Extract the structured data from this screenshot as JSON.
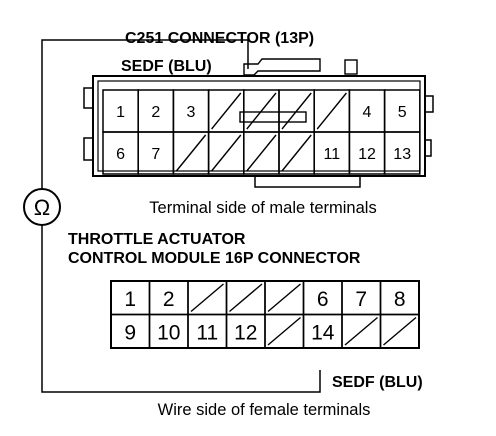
{
  "c251": {
    "title": "C251 CONNECTOR (13P)",
    "wire_label": "SEDF (BLU)",
    "caption": "Terminal side of male terminals",
    "row1": [
      "1",
      "2",
      "3",
      "",
      "",
      "",
      "",
      "4",
      "5"
    ],
    "row2": [
      "6",
      "7",
      "",
      "",
      "",
      "",
      "11",
      "12",
      "13"
    ]
  },
  "tacm": {
    "title_line1": "THROTTLE ACTUATOR",
    "title_line2": "CONTROL MODULE 16P CONNECTOR",
    "wire_label": "SEDF (BLU)",
    "caption": "Wire side of female terminals",
    "row1": [
      "1",
      "2",
      "",
      "",
      "",
      "6",
      "7",
      "8"
    ],
    "row2": [
      "9",
      "10",
      "11",
      "12",
      "",
      "14",
      "",
      ""
    ]
  },
  "meter": {
    "symbol": "Ω"
  }
}
